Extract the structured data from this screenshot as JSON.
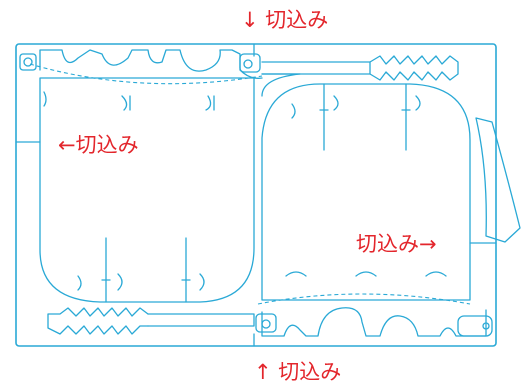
{
  "labels": {
    "top": "↓ 切込み",
    "left": "←切込み",
    "right": "切込み→",
    "bottom": "↑ 切込み"
  },
  "colors": {
    "cut_line": "#2aa9d6",
    "label_text": "#e3262c",
    "background": "#ffffff"
  }
}
